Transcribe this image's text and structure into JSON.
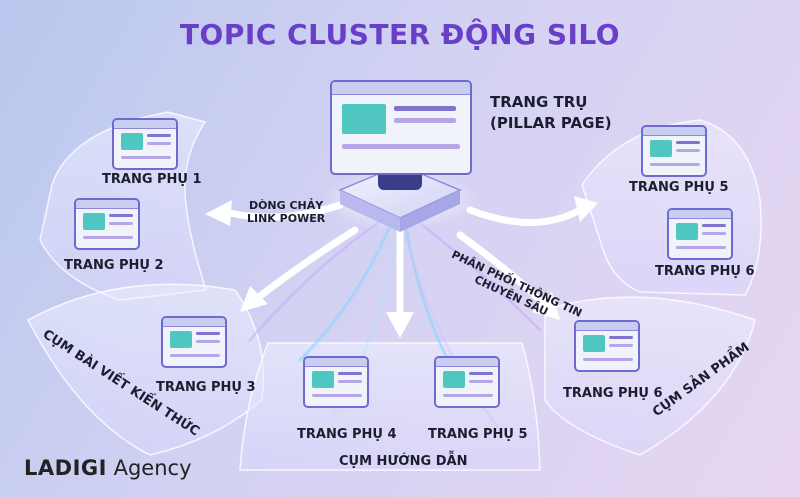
{
  "title": "TOPIC CLUSTER ĐỘNG SILO",
  "pillar": {
    "line1": "TRANG TRỤ",
    "line2": "(PILLAR PAGE)"
  },
  "flows": {
    "link_power_line1": "DÒNG CHẢY",
    "link_power_line2": "LINK POWER",
    "distribution_line1": "PHÂN PHỐI THÔNG TIN",
    "distribution_line2": "CHUYÊN SÂU"
  },
  "clusters": {
    "left_top": {
      "pages": [
        "TRANG PHỤ 1",
        "TRANG PHỤ 2"
      ]
    },
    "right_top": {
      "pages": [
        "TRANG PHỤ 5",
        "TRANG PHỤ 6"
      ]
    },
    "knowledge": {
      "name": "CỤM BÀI VIẾT KIẾN THỨC",
      "pages": [
        "TRANG PHỤ 3"
      ]
    },
    "guide": {
      "name": "CỤM HƯỚNG DẪN",
      "pages": [
        "TRANG PHỤ 4",
        "TRANG PHỤ 5"
      ]
    },
    "product": {
      "name": "CỤM SẢN PHẨM",
      "pages": [
        "TRANG PHỤ 6"
      ]
    }
  },
  "brand": {
    "bold": "LADIGI",
    "rest": " Agency"
  },
  "colors": {
    "title": "#6a3fc8",
    "accent": "#4fc6c0",
    "frame": "#6f6ad1"
  }
}
